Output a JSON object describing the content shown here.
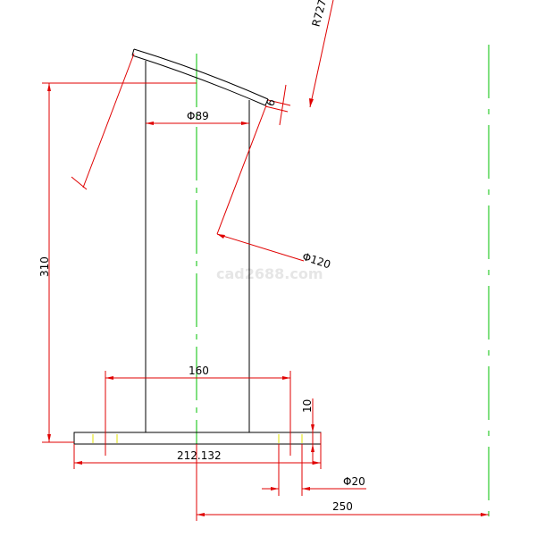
{
  "watermark": "cad2688.com",
  "dimensions": {
    "radius_top": "R727",
    "tube_diameter": "Φ89",
    "plate_thickness_top": "6",
    "height": "310",
    "outer_diameter": "Φ120",
    "bolt_spacing": "160",
    "base_thickness": "10",
    "base_width": "212.132",
    "hole_diameter": "Φ20",
    "center_distance": "250"
  },
  "colors": {
    "outline": "#000000",
    "dimension": "#e00000",
    "centerline": "#00c000",
    "hidden": "#e0e000"
  }
}
